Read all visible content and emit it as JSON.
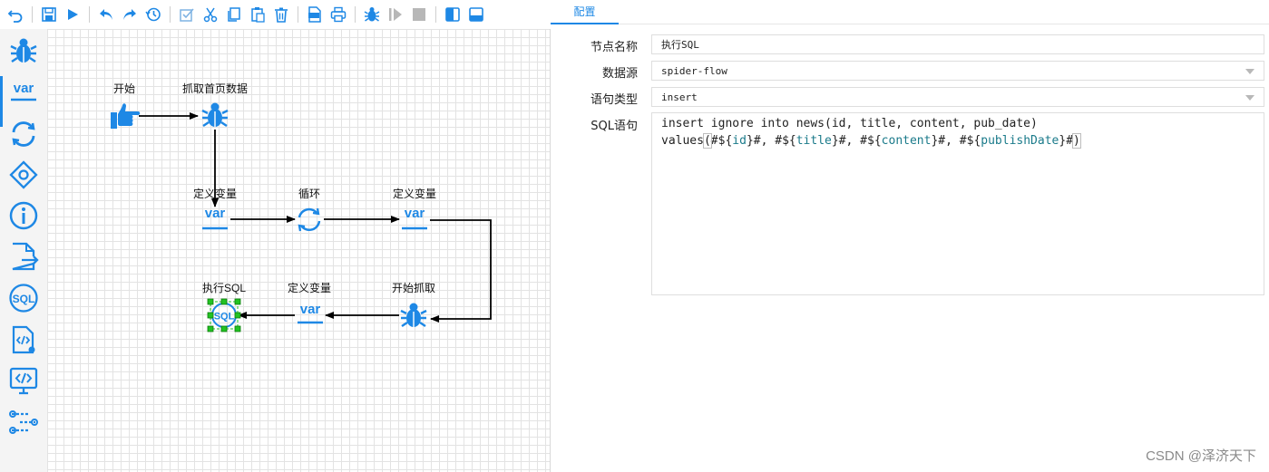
{
  "toolbar": {
    "buttons": [
      "undo-icon",
      "save-icon",
      "run-icon",
      "back-icon",
      "forward-icon",
      "history-icon",
      "select-all-icon",
      "cut-icon",
      "copy-icon",
      "paste-icon",
      "delete-icon",
      "export-icon",
      "print-icon",
      "debug-icon",
      "resume-icon",
      "stop-icon",
      "layout-left-icon",
      "layout-bottom-icon"
    ]
  },
  "sidebar": {
    "items": [
      "spider-icon",
      "var-icon",
      "loop-icon",
      "condition-icon",
      "info-icon",
      "output-icon",
      "sql-icon",
      "function-icon",
      "code-icon",
      "process-icon"
    ],
    "var_text": "var",
    "sql_text": "SQL"
  },
  "flow": {
    "nodes": [
      {
        "id": "start",
        "label": "开始",
        "icon": "hand-pointer-icon"
      },
      {
        "id": "crawl",
        "label": "抓取首页数据",
        "icon": "spider-icon"
      },
      {
        "id": "var1",
        "label": "定义变量",
        "icon": "var-icon"
      },
      {
        "id": "loop",
        "label": "循环",
        "icon": "loop-icon"
      },
      {
        "id": "var2",
        "label": "定义变量",
        "icon": "var-icon"
      },
      {
        "id": "crawl2",
        "label": "开始抓取",
        "icon": "spider-icon"
      },
      {
        "id": "var3",
        "label": "定义变量",
        "icon": "var-icon"
      },
      {
        "id": "sql",
        "label": "执行SQL",
        "icon": "sql-icon"
      }
    ]
  },
  "panel": {
    "tab": "配置",
    "fields": {
      "node_name_label": "节点名称",
      "node_name_value": "执行SQL",
      "datasource_label": "数据源",
      "datasource_value": "spider-flow",
      "stmt_type_label": "语句类型",
      "stmt_type_value": "insert",
      "sql_label": "SQL语句",
      "sql_line1": "insert ignore into news(id, title, content, pub_date)",
      "sql_values_prefix": "values",
      "sql_open_paren": "(",
      "sql_close_paren": ")",
      "sql_hash1": "#$",
      "sql_var1": "id",
      "sql_mid1": "#, #$",
      "sql_var2": "title",
      "sql_mid2": "#, #$",
      "sql_var3": "content",
      "sql_mid3": "#, #$",
      "sql_var4": "publishDate",
      "sql_end": "#"
    }
  },
  "watermark": "CSDN @泽济天下",
  "colors": {
    "accent": "#1e88e5",
    "icon": "#1e88e5",
    "selection": "#22c322"
  }
}
